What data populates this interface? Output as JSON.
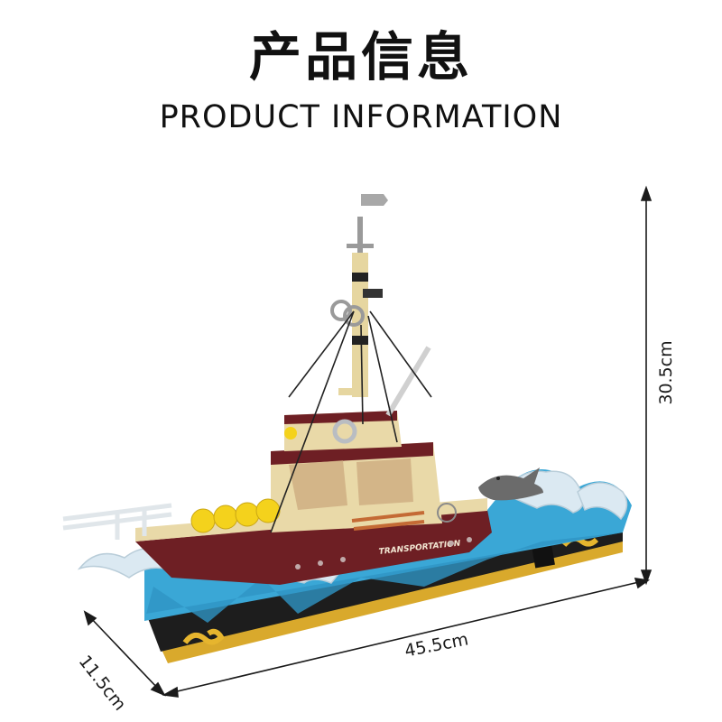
{
  "header": {
    "title_cn": "产品信息",
    "title_en": "PRODUCT INFORMATION"
  },
  "product": {
    "hull_text": "TRANSPORTATION",
    "colors": {
      "hull": "#6e1f24",
      "cabin": "#e9d9a8",
      "water": "#3aa7d6",
      "foam": "#dbe9f2",
      "base": "#1d1d1d",
      "trim": "#d9a92c",
      "buoys": "#f4d21c",
      "shark": "#6b6b6b",
      "mast": "#9a9a9a"
    }
  },
  "dimensions": {
    "height": "30.5cm",
    "length": "45.5cm",
    "depth": "11.5cm"
  }
}
